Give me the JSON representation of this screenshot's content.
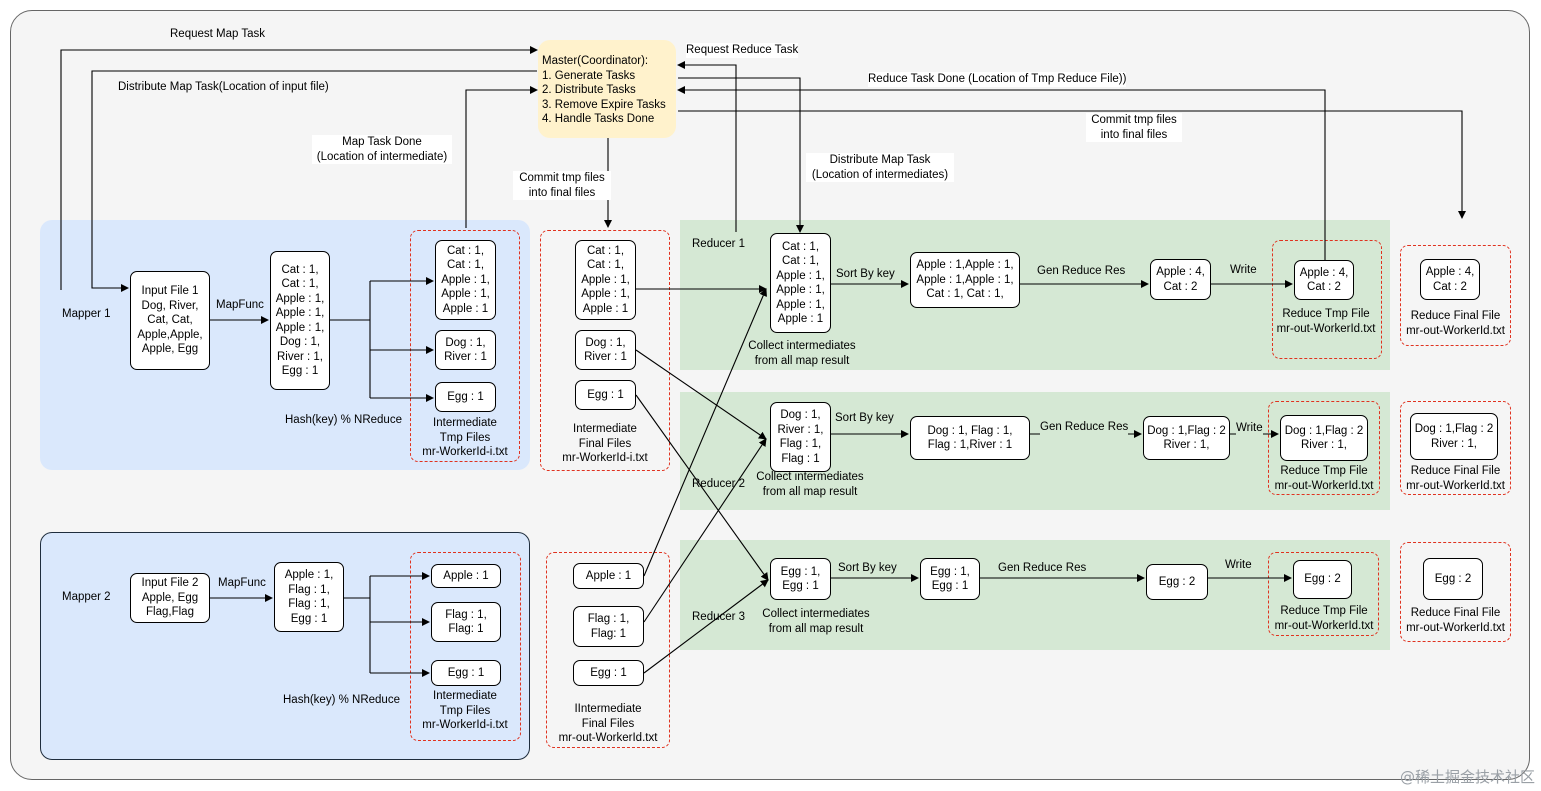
{
  "master": {
    "text": "Master(Coordinator):\n1. Generate Tasks\n2. Distribute Tasks\n3. Remove Expire Tasks\n4. Handle Tasks Done"
  },
  "labels": {
    "request_map_task": "Request Map Task",
    "distribute_map_task": "Distribute Map Task(Location of input file)",
    "map_task_done": "Map Task Done\n(Location of intermediate)",
    "request_reduce_task": "Request Reduce Task",
    "reduce_task_done": "Reduce Task Done (Location of Tmp Reduce File))",
    "commit_tmp_right": "Commit tmp files\ninto final files",
    "commit_tmp_mid": "Commit tmp files\ninto final files",
    "distribute_map_task_2": "Distribute Map Task\n(Location of intermediates)"
  },
  "mapper1": {
    "name": "Mapper 1",
    "input": "Input File 1\nDog, River,\nCat, Cat,\nApple,Apple,\nApple, Egg",
    "mapfunc": "MapFunc",
    "pairs": "Cat : 1,\nCat : 1,\nApple : 1,\nApple : 1,\nApple : 1,\nDog : 1,\nRiver : 1,\nEgg : 1",
    "hash": "Hash(key) % NReduce",
    "bucket1": "Cat : 1,\nCat : 1,\nApple : 1,\nApple : 1,\nApple : 1",
    "bucket2": "Dog : 1,\nRiver : 1",
    "bucket3": "Egg : 1",
    "tmp_label": "Intermediate\nTmp Files\nmr-WorkerId-i.txt"
  },
  "mapper2": {
    "name": "Mapper 2",
    "input": "Input File 2\nApple, Egg\nFlag,Flag",
    "mapfunc": "MapFunc",
    "pairs": "Apple : 1,\nFlag : 1,\nFlag : 1,\nEgg : 1",
    "hash": "Hash(key) % NReduce",
    "bucket1": "Apple : 1",
    "bucket2": "Flag : 1,\nFlag: 1",
    "bucket3": "Egg : 1",
    "tmp_label": "Intermediate\nTmp Files\nmr-WorkerId-i.txt"
  },
  "final1": {
    "bucket1": "Cat : 1,\nCat : 1,\nApple : 1,\nApple : 1,\nApple : 1",
    "bucket2": "Dog : 1,\nRiver : 1",
    "bucket3": "Egg : 1",
    "label": "Intermediate\nFinal Files\nmr-WorkerId-i.txt"
  },
  "final2": {
    "bucket1": "Apple : 1",
    "bucket2": "Flag : 1,\nFlag: 1",
    "bucket3": "Egg : 1",
    "label": "IIntermediate\nFinal Files\nmr-out-WorkerId.txt"
  },
  "reducer1": {
    "name": "Reducer 1",
    "collect": "Cat : 1,\nCat : 1,\nApple : 1,\nApple : 1,\nApple : 1,\nApple : 1",
    "collect_label": "Collect intermediates\nfrom all map result",
    "sort": "Sort By key",
    "sorted": "Apple : 1,Apple : 1,\nApple : 1,Apple : 1,\nCat : 1, Cat : 1,",
    "gen": "Gen Reduce Res",
    "res": "Apple : 4,\nCat : 2",
    "write": "Write",
    "tmp": "Apple : 4,\nCat : 2",
    "tmp_label": "Reduce Tmp File\nmr-out-WorkerId.txt",
    "final": "Apple : 4,\nCat : 2",
    "final_label": "Reduce Final File\nmr-out-WorkerId.txt"
  },
  "reducer2": {
    "name": "Reducer 2",
    "collect": "Dog : 1,\nRiver : 1,\nFlag : 1,\nFlag : 1",
    "collect_label": "Collect intermediates\nfrom all map result",
    "sort": "Sort By key",
    "sorted": "Dog : 1, Flag : 1,\nFlag : 1,River : 1",
    "gen": "Gen Reduce Res",
    "res": "Dog : 1,Flag : 2\nRiver : 1,",
    "write": "Write",
    "tmp": "Dog : 1,Flag : 2\nRiver : 1,",
    "tmp_label": "Reduce Tmp File\nmr-out-WorkerId.txt",
    "final": "Dog : 1,Flag : 2\nRiver : 1,",
    "final_label": "Reduce Final File\nmr-out-WorkerId.txt"
  },
  "reducer3": {
    "name": "Reducer 3",
    "collect": "Egg : 1,\nEgg : 1",
    "collect_label": "Collect intermediates\nfrom all map result",
    "sort": "Sort By key",
    "sorted": "Egg : 1,\nEgg : 1",
    "gen": "Gen Reduce Res",
    "res": "Egg : 2",
    "write": "Write",
    "tmp": "Egg : 2",
    "tmp_label": "Reduce Tmp File\nmr-out-WorkerId.txt",
    "final": "Egg : 2",
    "final_label": "Reduce Final File\nmr-out-WorkerId.txt"
  },
  "watermark": "@稀土掘金技术社区"
}
